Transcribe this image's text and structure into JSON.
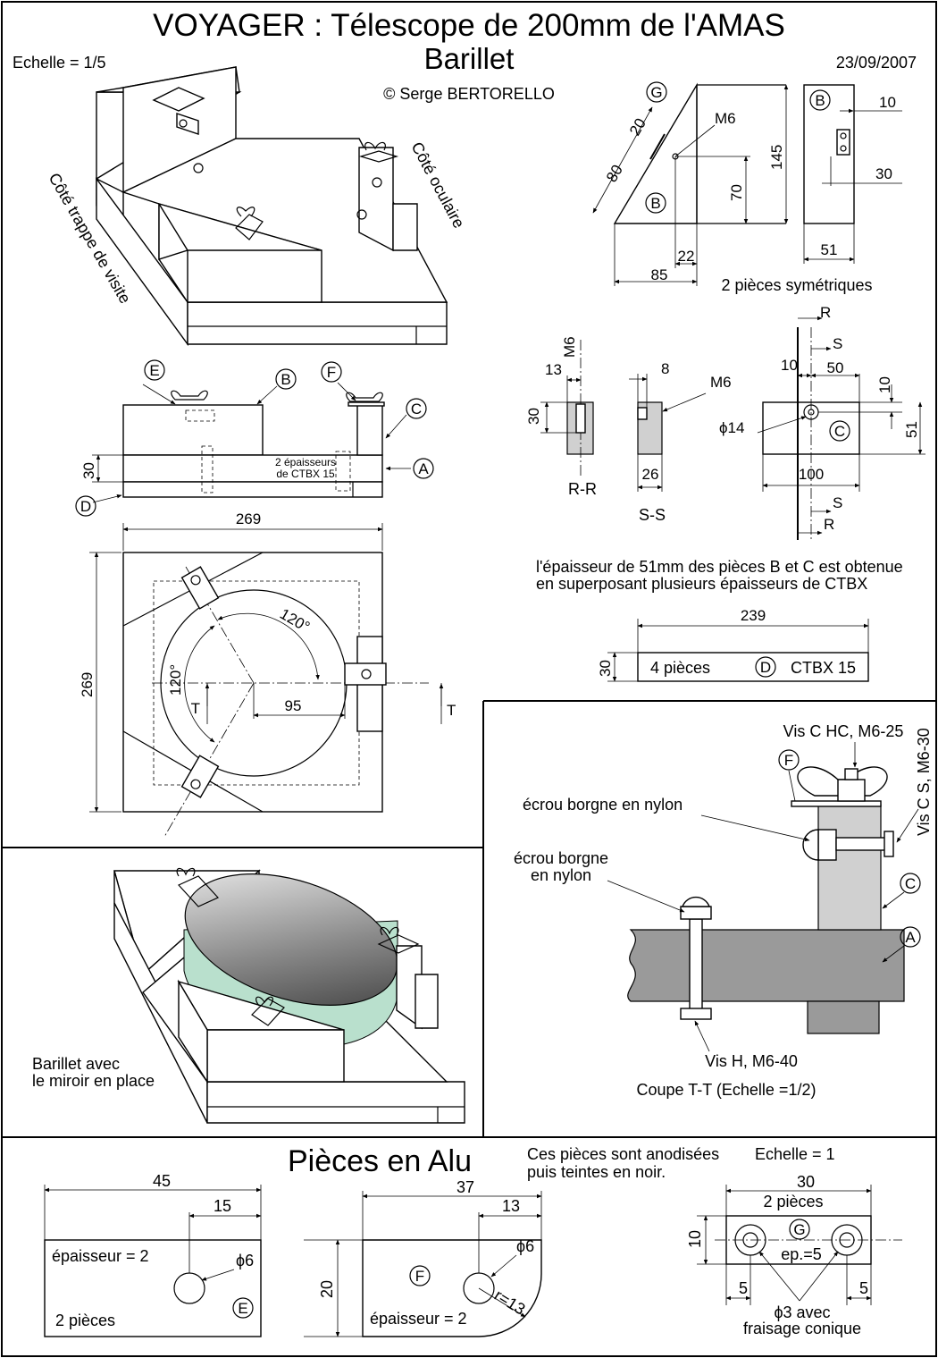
{
  "header": {
    "title": "VOYAGER : Télescope de 200mm de l'AMAS",
    "subtitle": "Barillet",
    "scale": "Echelle =  1/5",
    "date": "23/09/2007",
    "author": "© Serge BERTORELLO"
  },
  "iso_view": {
    "label_side": "Côté trappe de visite",
    "label_eyepiece": "Côté oculaire"
  },
  "side_view": {
    "labels": [
      "E",
      "B",
      "F",
      "C",
      "A",
      "D"
    ],
    "dim_30": "30",
    "note": "2 épaisseurs de CTBX 15",
    "note_line1": "2 épaisseurs",
    "note_line2": "de CTBX 15"
  },
  "top_view": {
    "dim_width": "269",
    "dim_height": "269",
    "angle1": "120°",
    "angle2": "120°",
    "dim_95": "95",
    "cut_left": "T",
    "cut_right": "T"
  },
  "part_b": {
    "labels": [
      "G",
      "B",
      "B"
    ],
    "thread": "M6",
    "dims": [
      "20",
      "80",
      "70",
      "145",
      "22",
      "85",
      "10",
      "30",
      "51"
    ],
    "note": "2 pièces symétriques"
  },
  "section_rr": {
    "thread": "M6",
    "dims": [
      "13",
      "30"
    ],
    "label": "R-R"
  },
  "section_ss": {
    "thread": "M6",
    "dims": [
      "8",
      "26"
    ],
    "label": "S-S"
  },
  "part_c": {
    "label": "C",
    "cuts": [
      "R",
      "S",
      "S",
      "R"
    ],
    "dims": [
      "10",
      "50",
      "10",
      "51",
      "100"
    ],
    "hole": "ϕ14"
  },
  "thickness_note": {
    "line1": "l'épaisseur de 51mm des pièces B et C est obtenue",
    "line2": "en superposant plusieurs épaisseurs de CTBX"
  },
  "part_d": {
    "dim_length": "239",
    "dim_height": "30",
    "qty": "4 pièces",
    "label": "D",
    "material": "CTBX 15"
  },
  "cut_tt": {
    "screw_top": "Vis C HC, M6-25",
    "screw_side": "Vis C S, M6-30",
    "nut1": "écrou borgne en nylon",
    "nut2_line1": "écrou borgne",
    "nut2_line2": "en nylon",
    "labels": [
      "F",
      "C",
      "A"
    ],
    "screw_bottom": "Vis H, M6-40",
    "caption": "Coupe T-T (Echelle =1/2)"
  },
  "mirror_view": {
    "caption_line1": "Barillet avec",
    "caption_line2": "le miroir en place"
  },
  "alu": {
    "title": "Pièces en Alu",
    "note_line1": "Ces pièces sont anodisées",
    "note_line2": "puis teintes en noir.",
    "scale": "Echelle = 1",
    "part_e": {
      "dims": [
        "45",
        "15"
      ],
      "thickness": "épaisseur = 2",
      "hole": "ϕ6",
      "qty": "2 pièces",
      "label": "E"
    },
    "part_f": {
      "dims": [
        "37",
        "13",
        "20"
      ],
      "hole": "ϕ6",
      "radius": "r=13",
      "thickness": "épaisseur = 2",
      "label": "F"
    },
    "part_g": {
      "dims": [
        "30",
        "10",
        "5",
        "5"
      ],
      "qty": "2 pièces",
      "label": "G",
      "thickness": "ep.=5",
      "hole_line1": "ϕ3 avec",
      "hole_line2": "fraisage conique"
    }
  }
}
